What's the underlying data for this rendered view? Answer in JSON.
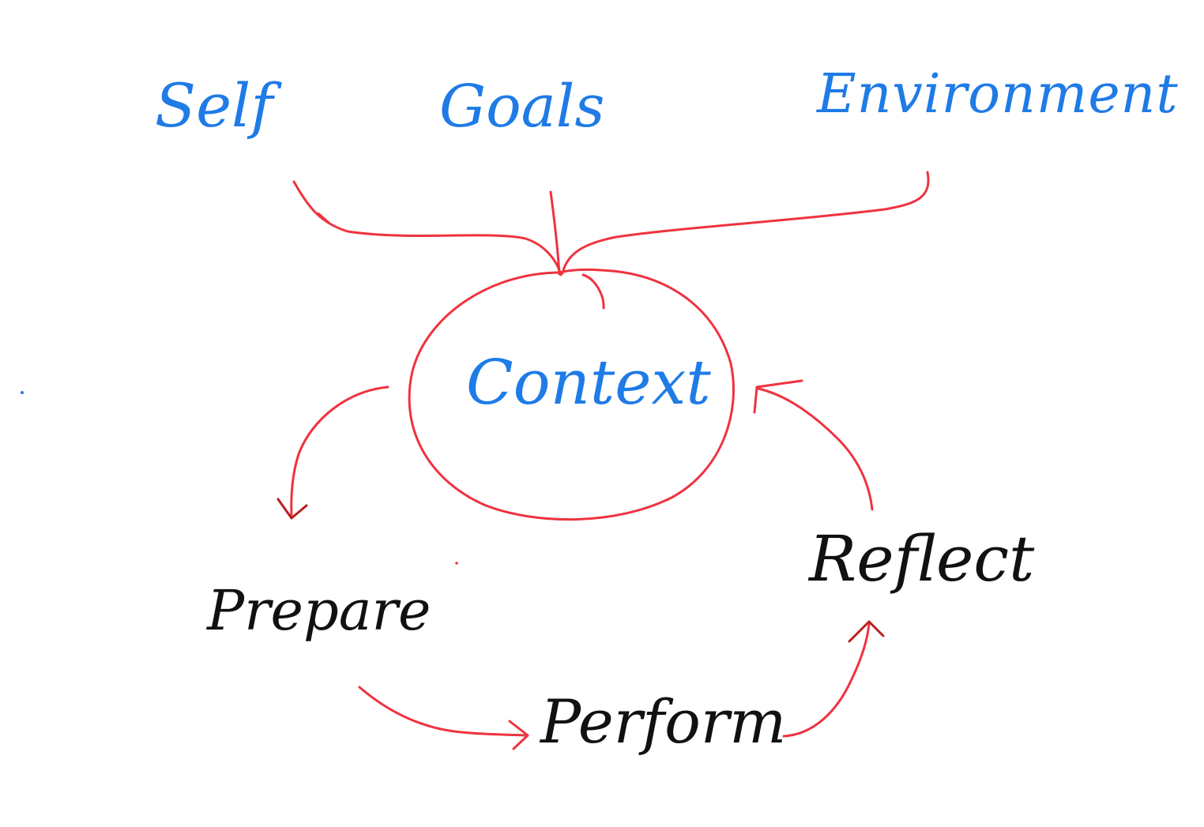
{
  "colors": {
    "arrow": "#ef3340",
    "arrow_head_dark": "#b81f1f",
    "input_text": "#1f7be6",
    "cycle_text": "#111111",
    "background": "#ffffff"
  },
  "inputs": {
    "self": "Self",
    "goals": "Goals",
    "environment": "Environment"
  },
  "center": {
    "label": "Context"
  },
  "cycle": {
    "prepare": "Prepare",
    "perform": "Perform",
    "reflect": "Reflect"
  }
}
